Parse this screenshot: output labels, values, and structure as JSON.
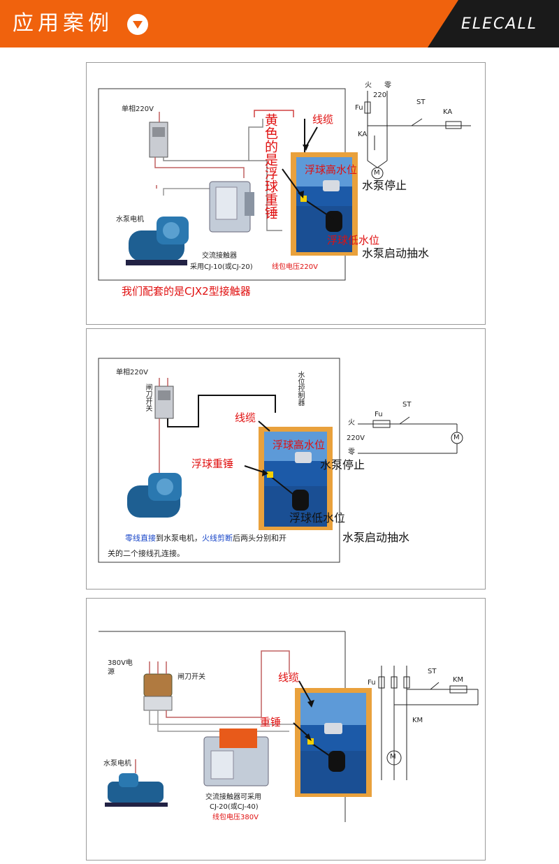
{
  "header": {
    "title": "应用案例",
    "brand": "ELECALL",
    "accent": "#f0620d",
    "icon": "chevron-down-circle-icon"
  },
  "panel1": {
    "power": "单相220V",
    "motor": "水泵电机",
    "contactor": "交流接触器",
    "contactor_model": "采用CJ-10(或CJ-20)",
    "coil_voltage": "线包电压220V",
    "cable": "线缆",
    "weight_note": "黄色的是浮球重锤",
    "float_high": "浮球高水位",
    "float_low": "浮球低水位",
    "pump_stop": "水泵停止",
    "pump_start": "水泵启动抽水",
    "note": "我们配套的是CJX2型接触器",
    "schematic": {
      "live": "火",
      "neutral": "零",
      "voltage": "220",
      "fuse": "Fu",
      "switch": "ST",
      "relay": "KA",
      "relay_contact": "KA",
      "motor": "M"
    }
  },
  "panel2": {
    "power": "单相220V",
    "knife_switch": "闸刀开关",
    "controller": "水位控制器",
    "cable": "线缆",
    "weight": "浮球重锤",
    "float_high": "浮球高水位",
    "pump_stop": "水泵停止",
    "float_low": "浮球低水位",
    "pump_start": "水泵启动抽水",
    "note_part1": "零线直接",
    "note_part2": "到水泵电机，",
    "note_part3": "火线剪断",
    "note_part4": "后两头分别和开",
    "note_line2": "关的二个接线孔连接。",
    "schematic": {
      "live": "火",
      "neutral": "零",
      "voltage": "220V",
      "fuse": "Fu",
      "switch": "ST",
      "motor": "M"
    }
  },
  "panel3": {
    "power": "380V电源",
    "knife_switch": "闸刀开关",
    "motor": "水泵电机",
    "contactor": "交流接触器可采用",
    "contactor_model": "CJ-20(或CJ-40)",
    "coil_voltage": "线包电压380V",
    "cable": "线缆",
    "weight": "重锤",
    "schematic": {
      "fuse": "Fu",
      "switch": "ST",
      "coil": "KM",
      "contact": "KM",
      "motor": "M"
    }
  }
}
